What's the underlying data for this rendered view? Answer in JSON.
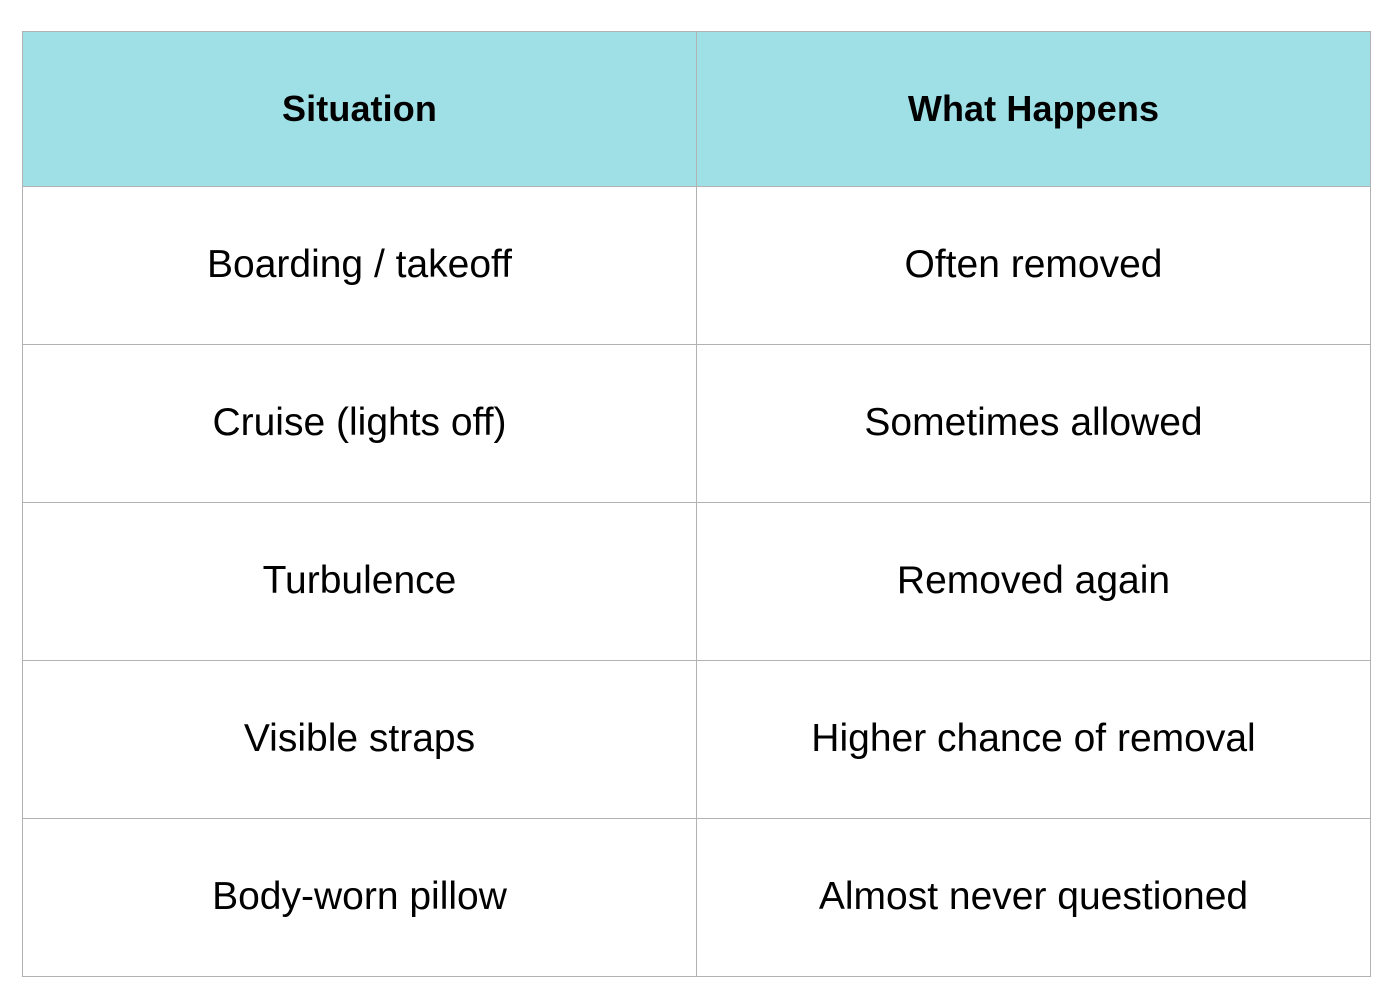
{
  "table": {
    "columns": [
      {
        "key": "situation",
        "header": "Situation"
      },
      {
        "key": "what_happens",
        "header": "What Happens"
      }
    ],
    "rows": [
      {
        "situation": "Boarding / takeoff",
        "what_happens": "Often removed"
      },
      {
        "situation": "Cruise (lights off)",
        "what_happens": "Sometimes allowed"
      },
      {
        "situation": "Turbulence",
        "what_happens": "Removed again"
      },
      {
        "situation": "Visible straps",
        "what_happens": "Higher chance of removal"
      },
      {
        "situation": "Body-worn pillow",
        "what_happens": "Almost never questioned"
      }
    ],
    "colors": {
      "header_background": "#9fe0e6",
      "header_text": "#000000",
      "cell_background": "#ffffff",
      "cell_text": "#000000",
      "border": "#b2b2b2",
      "page_background": "#ffffff"
    }
  }
}
